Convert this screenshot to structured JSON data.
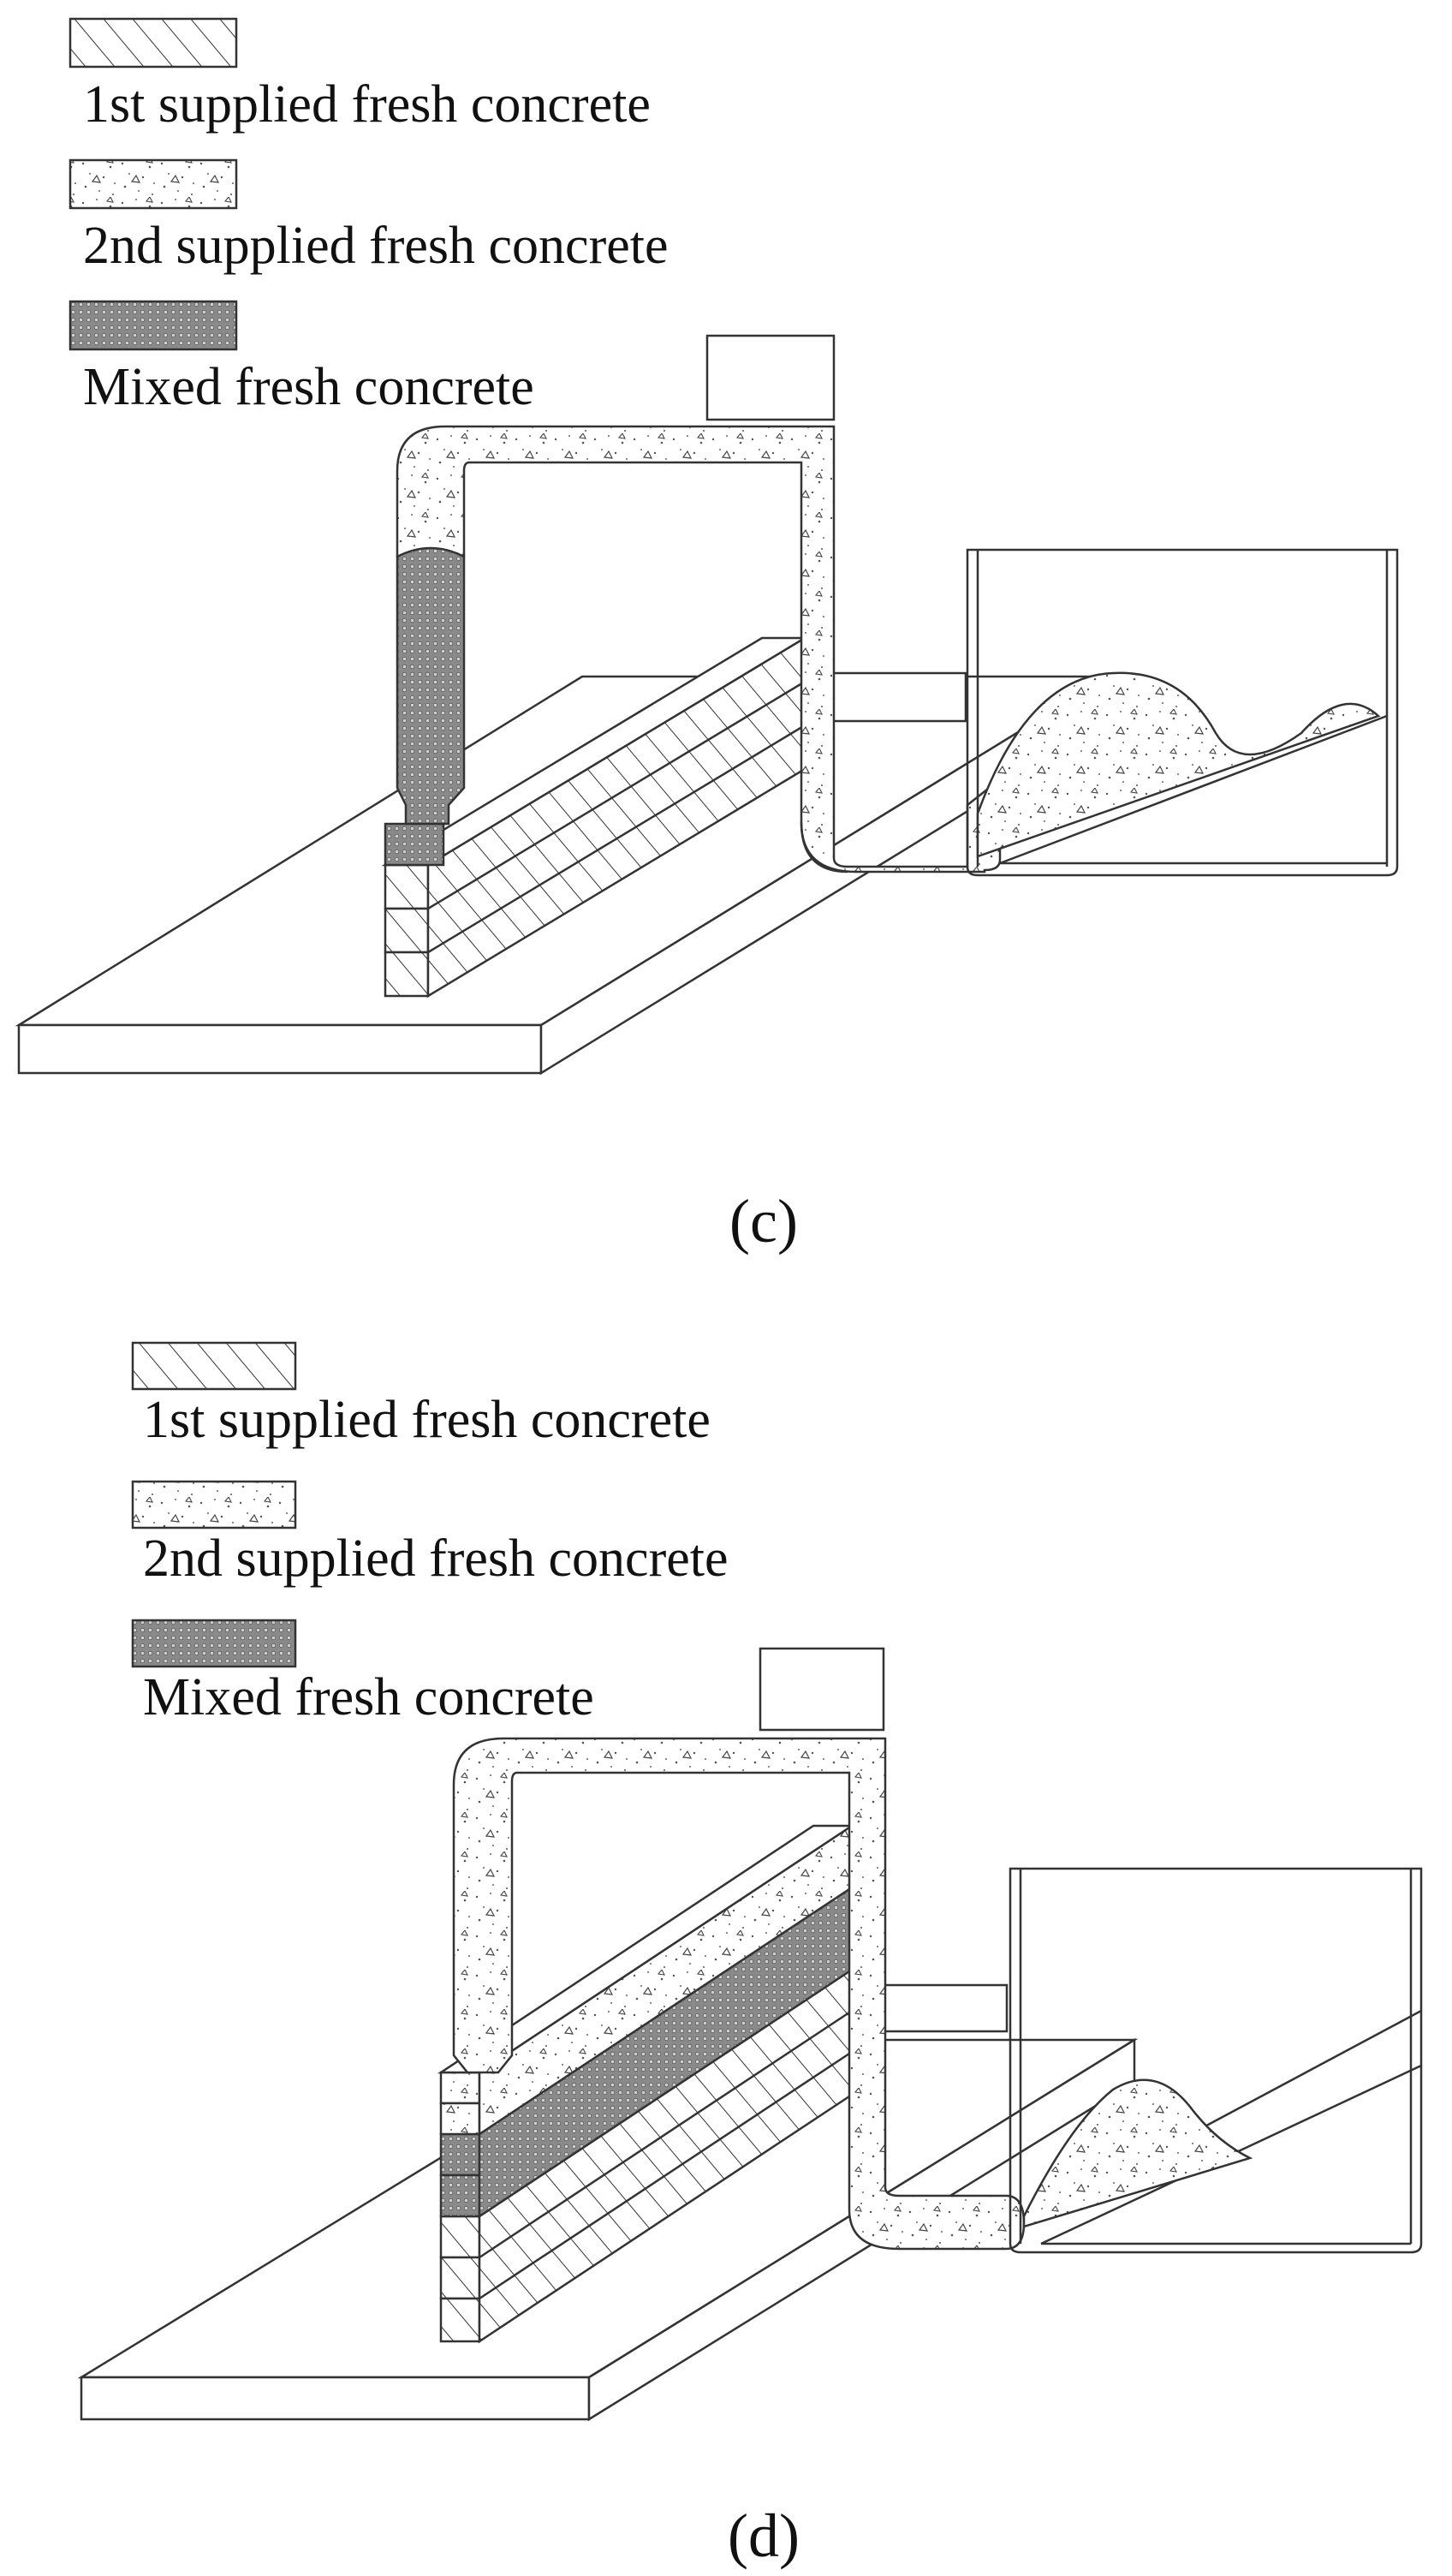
{
  "panel_c": {
    "caption": "(c)",
    "legend": [
      {
        "label": "1st supplied fresh concrete",
        "pattern": "hatch"
      },
      {
        "label": "2nd supplied fresh concrete",
        "pattern": "dots"
      },
      {
        "label": "Mixed fresh concrete",
        "pattern": "mesh"
      }
    ]
  },
  "panel_d": {
    "caption": "(d)",
    "legend": [
      {
        "label": "1st supplied fresh concrete",
        "pattern": "hatch"
      },
      {
        "label": "2nd supplied fresh concrete",
        "pattern": "dots"
      },
      {
        "label": "Mixed fresh concrete",
        "pattern": "mesh"
      }
    ]
  },
  "colors": {
    "line": "#333333",
    "mesh": "#777777",
    "background": "#ffffff"
  }
}
